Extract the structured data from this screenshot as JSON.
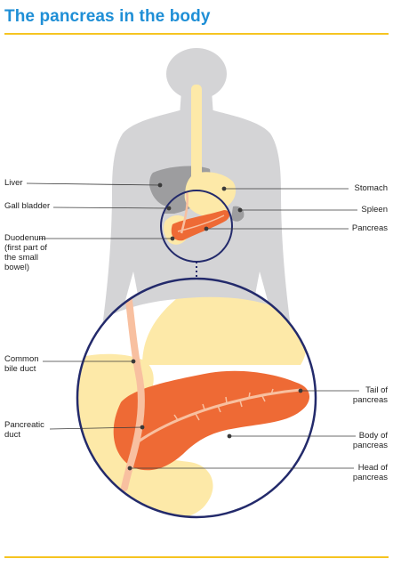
{
  "title": "The pancreas in the body",
  "labels": {
    "liver": "Liver",
    "gall_bladder": "Gall bladder",
    "duodenum_1": "Duodenum",
    "duodenum_2": "(first part of",
    "duodenum_3": "the small",
    "duodenum_4": "bowel)",
    "common_bile_duct_1": "Common",
    "common_bile_duct_2": "bile duct",
    "pancreatic_duct_1": "Pancreatic",
    "pancreatic_duct_2": "duct",
    "stomach": "Stomach",
    "spleen": "Spleen",
    "pancreas": "Pancreas",
    "tail_1": "Tail of",
    "tail_2": "pancreas",
    "body_1": "Body of",
    "body_2": "pancreas",
    "head_1": "Head of",
    "head_2": "pancreas"
  },
  "colors": {
    "title": "#1f8fd6",
    "rule": "#f6c421",
    "silhouette": "#d4d4d6",
    "organ_dark": "#9d9d9f",
    "stomach": "#fde9a8",
    "pancreas": "#ee6a35",
    "duct": "#f8c0a0",
    "circle": "#232a6b"
  }
}
